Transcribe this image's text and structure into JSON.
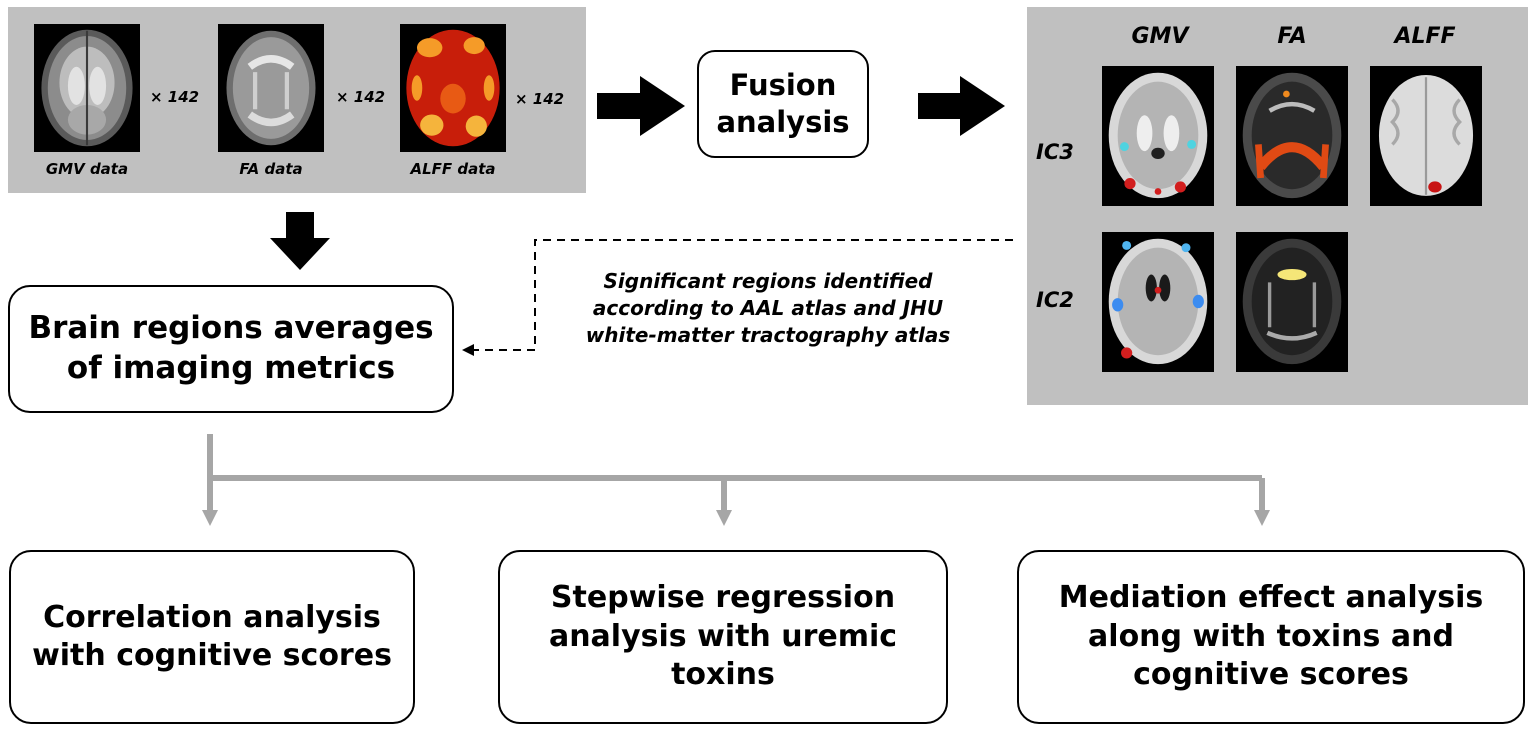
{
  "input": {
    "gmv_caption": "GMV data",
    "fa_caption": "FA data",
    "alff_caption": "ALFF data",
    "multiplier": "× 142"
  },
  "fusion": {
    "line1": "Fusion",
    "line2": "analysis"
  },
  "results": {
    "col_gmv": "GMV",
    "col_fa": "FA",
    "col_alff": "ALFF",
    "row_ic3": "IC3",
    "row_ic2": "IC2"
  },
  "note": {
    "line1": "Significant regions identified",
    "line2": "according to AAL atlas and JHU",
    "line3": "white-matter tractography atlas"
  },
  "averages": {
    "line1": "Brain regions averages",
    "line2": "of imaging metrics"
  },
  "outcomes": {
    "correlation": {
      "line1": "Correlation analysis",
      "line2": "with cognitive scores"
    },
    "stepwise": {
      "line1": "Stepwise regression",
      "line2": "analysis with uremic",
      "line3": "toxins"
    },
    "mediation": {
      "line1": "Mediation effect analysis",
      "line2": "along with toxins and",
      "line3": "cognitive scores"
    }
  },
  "colors": {
    "panel": "#c0c0c0",
    "connector": "#a6a6a6",
    "alff_map": "#c81e0a"
  }
}
